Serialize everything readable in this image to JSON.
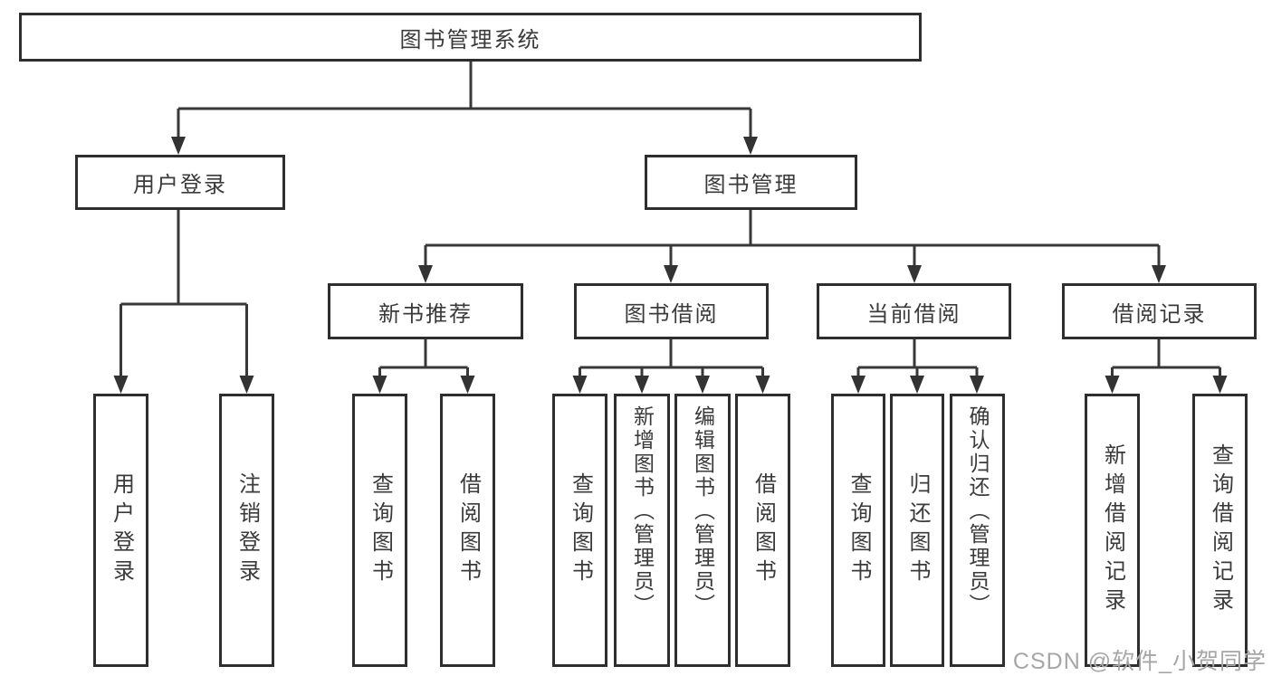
{
  "diagram": {
    "tree": {
      "label": "图书管理系统",
      "children": [
        {
          "label": "用户登录",
          "children": [
            {
              "label": "用户登录"
            },
            {
              "label": "注销登录"
            }
          ]
        },
        {
          "label": "图书管理",
          "children": [
            {
              "label": "新书推荐",
              "children": [
                {
                  "label": "查询图书"
                },
                {
                  "label": "借阅图书"
                }
              ]
            },
            {
              "label": "图书借阅",
              "children": [
                {
                  "label": "查询图书"
                },
                {
                  "label": "新增图书（管理员）"
                },
                {
                  "label": "编辑图书（管理员）"
                },
                {
                  "label": "借阅图书"
                }
              ]
            },
            {
              "label": "当前借阅",
              "children": [
                {
                  "label": "查询图书"
                },
                {
                  "label": "归还图书"
                },
                {
                  "label": "确认归还（管理员）"
                }
              ]
            },
            {
              "label": "借阅记录",
              "children": [
                {
                  "label": "新增借阅记录"
                },
                {
                  "label": "查询借阅记录"
                }
              ]
            }
          ]
        }
      ]
    },
    "watermark": "CSDN @软件_小贺同学",
    "colors": {
      "border": "#2e2e2e",
      "line": "#383838",
      "text": "#3a3a3a",
      "watermark": "#a6a6a6"
    }
  }
}
